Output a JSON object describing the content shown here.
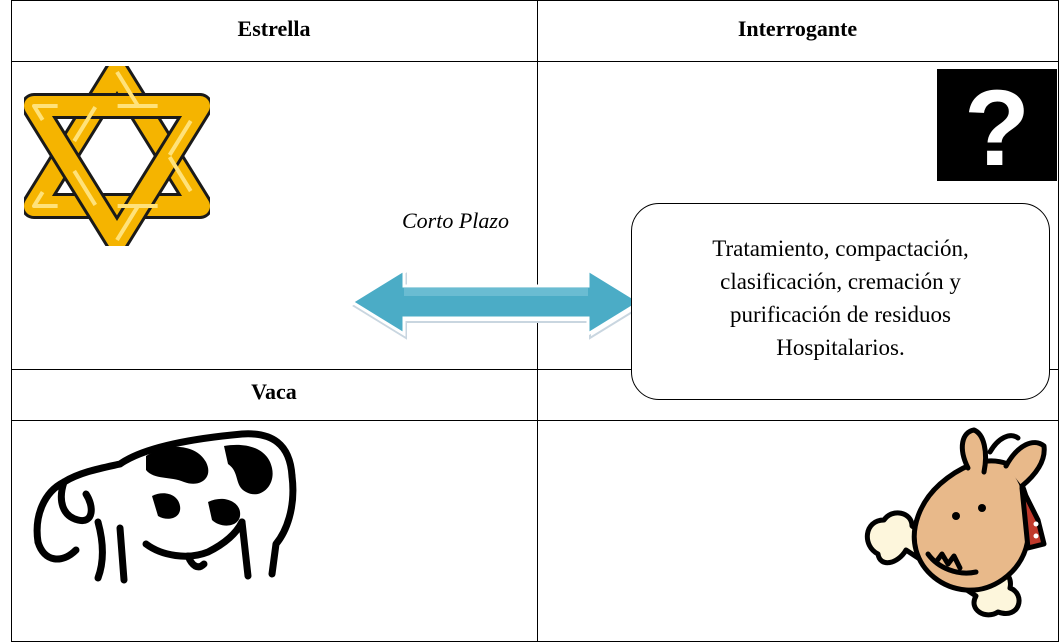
{
  "quadrants": {
    "top_left": {
      "title": "Estrella",
      "icon": "star-of-david-icon"
    },
    "top_right": {
      "title": "Interrogante",
      "icon": "question-mark-icon"
    },
    "bottom_left": {
      "title": "Vaca",
      "icon": "cow-icon"
    },
    "bottom_right": {
      "title": "",
      "icon": "dog-with-bone-icon"
    }
  },
  "arrow": {
    "label": "Corto Plazo",
    "icon": "double-arrow-icon",
    "color": "#4bacc6"
  },
  "callout": {
    "lines": [
      "Tratamiento, compactación,",
      "clasificación, cremación y",
      "purificación de residuos",
      "Hospitalarios."
    ]
  },
  "colors": {
    "star": "#f5b400",
    "star_outline": "#1a1a1a",
    "dog": "#e8b98a"
  }
}
